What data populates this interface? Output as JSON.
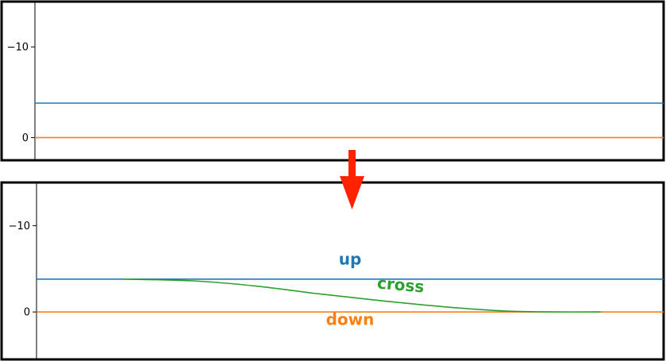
{
  "chart_data": [
    {
      "type": "line",
      "panel": "top",
      "ylim": [
        -15,
        2.5
      ],
      "y_inverted": true,
      "yticks": [
        {
          "value": -10,
          "label": "−10"
        },
        {
          "value": 0,
          "label": "0"
        }
      ],
      "x": [
        0,
        1
      ],
      "series": [
        {
          "key": "up",
          "color": "#1f77b4",
          "values": [
            -3.8,
            -3.8
          ]
        },
        {
          "key": "down",
          "color": "#ff7f0e",
          "values": [
            0,
            0
          ]
        }
      ],
      "annotations": []
    },
    {
      "type": "line",
      "panel": "bottom",
      "ylim": [
        -15,
        5.5
      ],
      "y_inverted": true,
      "yticks": [
        {
          "value": -10,
          "label": "−10"
        },
        {
          "value": 0,
          "label": "0"
        }
      ],
      "x": [
        0,
        1
      ],
      "series": [
        {
          "key": "up",
          "name": "up",
          "color": "#1f77b4",
          "values": [
            -3.8,
            -3.8
          ]
        },
        {
          "key": "down",
          "name": "down",
          "color": "#ff7f0e",
          "values": [
            0,
            0
          ]
        },
        {
          "key": "cross",
          "name": "cross",
          "color": "#2ca02c",
          "x": [
            0.14,
            0.25,
            0.35,
            0.45,
            0.55,
            0.65,
            0.75,
            0.83,
            0.9
          ],
          "values": [
            -3.8,
            -3.6,
            -3.0,
            -2.1,
            -1.3,
            -0.6,
            -0.1,
            0,
            0
          ]
        }
      ],
      "annotations": [
        {
          "text": "up",
          "color": "#1f77b4",
          "x": 0.5,
          "y": -5.5,
          "rotate": 0
        },
        {
          "text": "cross",
          "color": "#2ca02c",
          "x": 0.58,
          "y": -2.5,
          "rotate": 5
        },
        {
          "text": "down",
          "color": "#ff7f0e",
          "x": 0.5,
          "y": 1.5,
          "rotate": 0
        }
      ]
    }
  ],
  "arrow": {
    "color": "#ff2200",
    "direction": "down"
  }
}
